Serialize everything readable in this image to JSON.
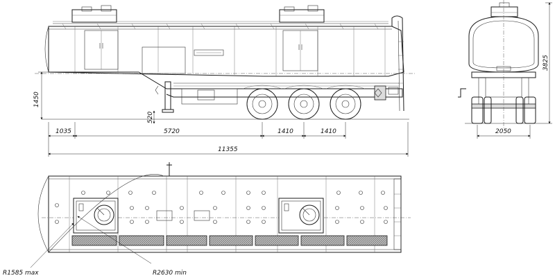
{
  "side_view": {
    "dimensions": {
      "front_overhang": "1035",
      "wheelbase": "5720",
      "axle_spacing_1": "1410",
      "axle_spacing_2": "1410",
      "overall_length": "11355",
      "fifth_wheel_height": "1450",
      "support_leg_height": "520"
    }
  },
  "rear_view": {
    "dimensions": {
      "overall_height": "3825",
      "track_width": "2050"
    }
  },
  "top_view": {
    "labels": {
      "front_radius": "R1585 max",
      "turn_radius": "R2630 min"
    }
  }
}
